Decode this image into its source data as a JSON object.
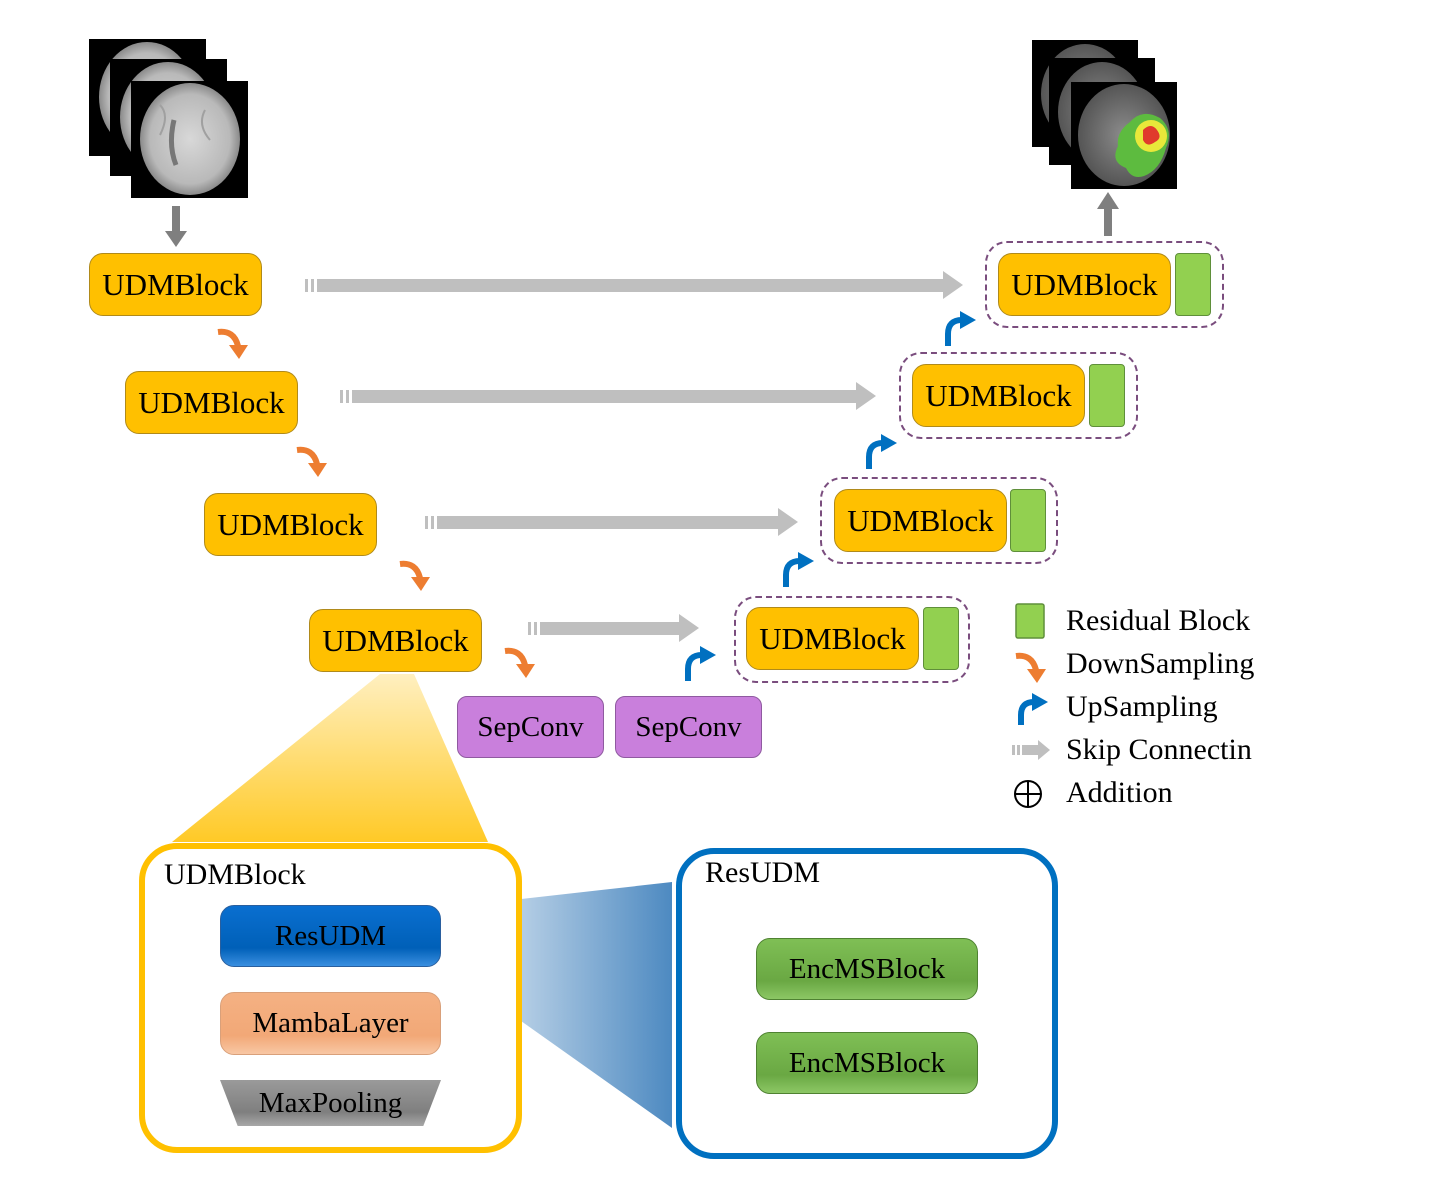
{
  "encoder": {
    "block1": "UDMBlock",
    "block2": "UDMBlock",
    "block3": "UDMBlock",
    "block4": "UDMBlock"
  },
  "bottleneck": {
    "sepconv1": "SepConv",
    "sepconv2": "SepConv"
  },
  "decoder": {
    "block1": "UDMBlock",
    "block2": "UDMBlock",
    "block3": "UDMBlock",
    "block4": "UDMBlock"
  },
  "legend": {
    "residual": "Residual Block",
    "down": "DownSampling",
    "up": "UpSampling",
    "skip": "Skip Connectin",
    "add": "Addition"
  },
  "udm_detail": {
    "title": "UDMBlock",
    "resudm": "ResUDM",
    "mamba": "MambaLayer",
    "maxpool": "MaxPooling"
  },
  "resudm_detail": {
    "title": "ResUDM",
    "enc1": "EncMSBlock",
    "enc2": "EncMSBlock"
  },
  "colors": {
    "udm_block": "#ffc000",
    "sepconv": "#c97fdc",
    "residual_block": "#92d050",
    "downsampling_arrow": "#ed7d31",
    "upsampling_arrow": "#0070c0",
    "skip_connection": "#bfbfbf",
    "encms_block": "#70ad47",
    "resudm_block": "#0070c0",
    "mamba_block": "#f4b183",
    "maxpool_block": "#808080"
  }
}
